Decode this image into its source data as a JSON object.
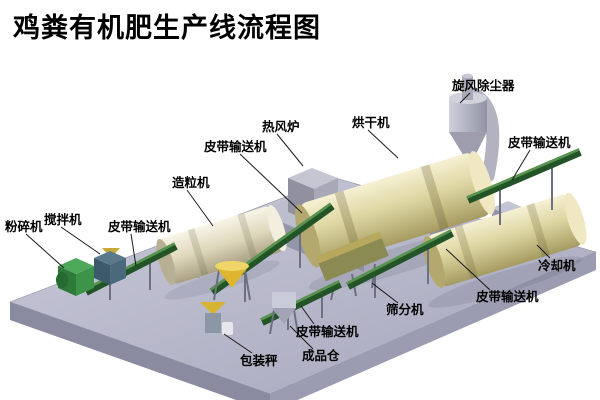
{
  "title": "鸡粪有机肥生产线流程图",
  "labels": {
    "cyclone_dust_collector": "旋风除尘器",
    "dryer": "烘干机",
    "hot_air_furnace": "热风炉",
    "belt_conveyor": "皮带输送机",
    "granulator": "造粒机",
    "crusher": "粉碎机",
    "mixer": "搅拌机",
    "cooler": "冷却机",
    "screening_machine": "筛分机",
    "packing_scale": "包装秤",
    "finished_product_bin": "成品仓"
  },
  "colors": {
    "platform_top": "#b5b6c8",
    "platform_side": "#8f90a4",
    "drum_body": "#ddd5a0",
    "conveyor_green": "#235427",
    "hopper_yellow": "#ddb52e",
    "machine_gray": "#a8a8b8",
    "label_text": "#000000"
  }
}
